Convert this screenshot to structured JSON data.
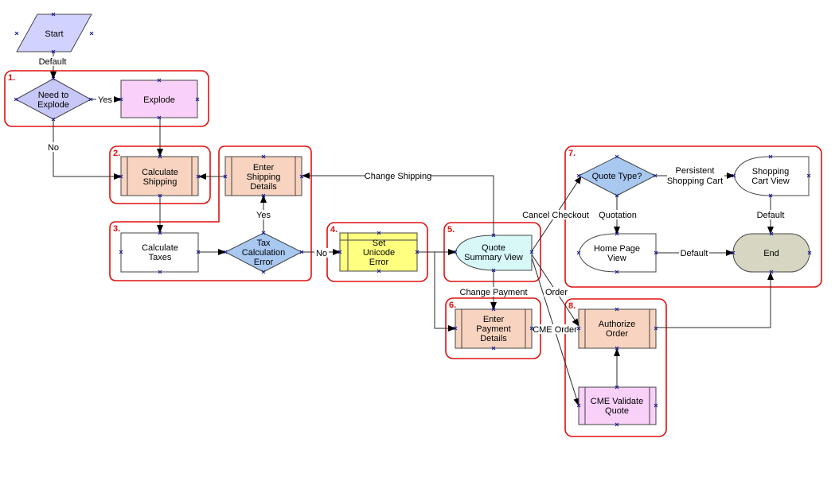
{
  "colors": {
    "start_fill": "#d2d2ff",
    "decision_fill": "#a8c8f0",
    "need_explode_fill": "#c8c8f8",
    "explode_fill": "#f8d0f8",
    "subprocess_fill": "#f8d4c0",
    "task_fill": "#ffffff",
    "error_fill": "#ffff80",
    "view_fill": "#d8f8f8",
    "end_fill": "#d6d6c2",
    "cme_fill": "#f8d0f8",
    "group_border": "#e01010"
  },
  "groups": [
    {
      "id": "g1",
      "number": "1."
    },
    {
      "id": "g2",
      "number": "2."
    },
    {
      "id": "g3",
      "number": "3."
    },
    {
      "id": "g4",
      "number": "4."
    },
    {
      "id": "g5",
      "number": "5."
    },
    {
      "id": "g6",
      "number": "6."
    },
    {
      "id": "g7",
      "number": "7."
    },
    {
      "id": "g8",
      "number": "8."
    }
  ],
  "nodes": {
    "start": {
      "lines": [
        "Start"
      ]
    },
    "need_explode": {
      "lines": [
        "Need to",
        "Explode"
      ]
    },
    "explode": {
      "lines": [
        "Explode"
      ]
    },
    "calc_shipping": {
      "lines": [
        "Calculate",
        "Shipping"
      ]
    },
    "enter_shipping": {
      "lines": [
        "Enter",
        "Shipping",
        "Details"
      ]
    },
    "calc_taxes": {
      "lines": [
        "Calculate",
        "Taxes"
      ]
    },
    "tax_error": {
      "lines": [
        "Tax",
        "Calculation",
        "Error"
      ]
    },
    "unicode_error": {
      "lines": [
        "Set",
        "Unicode",
        "Error"
      ]
    },
    "quote_summary": {
      "lines": [
        "Quote",
        "Summary View"
      ]
    },
    "enter_payment": {
      "lines": [
        "Enter",
        "Payment",
        "Details"
      ]
    },
    "quote_type": {
      "lines": [
        "Quote Type?"
      ]
    },
    "shopping_cart": {
      "lines": [
        "Shopping",
        "Cart View"
      ]
    },
    "home_page": {
      "lines": [
        "Home Page",
        "View"
      ]
    },
    "end": {
      "lines": [
        "End"
      ]
    },
    "authorize": {
      "lines": [
        "Authorize",
        "Order"
      ]
    },
    "cme_validate": {
      "lines": [
        "CME Validate",
        "Quote"
      ]
    }
  },
  "edge_labels": {
    "default_start": "Default",
    "yes_explode": "Yes",
    "no_explode": "No",
    "yes_tax": "Yes",
    "no_tax": "No",
    "change_shipping": "Change Shipping",
    "cancel_checkout": "Cancel Checkout",
    "change_payment": "Change Payment",
    "order": "Order",
    "cme_order": "CME Order",
    "persistent_cart": [
      "Persistent",
      "Shopping Cart"
    ],
    "quotation": "Quotation",
    "default_cart_end": "Default",
    "default_home_end": "Default"
  }
}
